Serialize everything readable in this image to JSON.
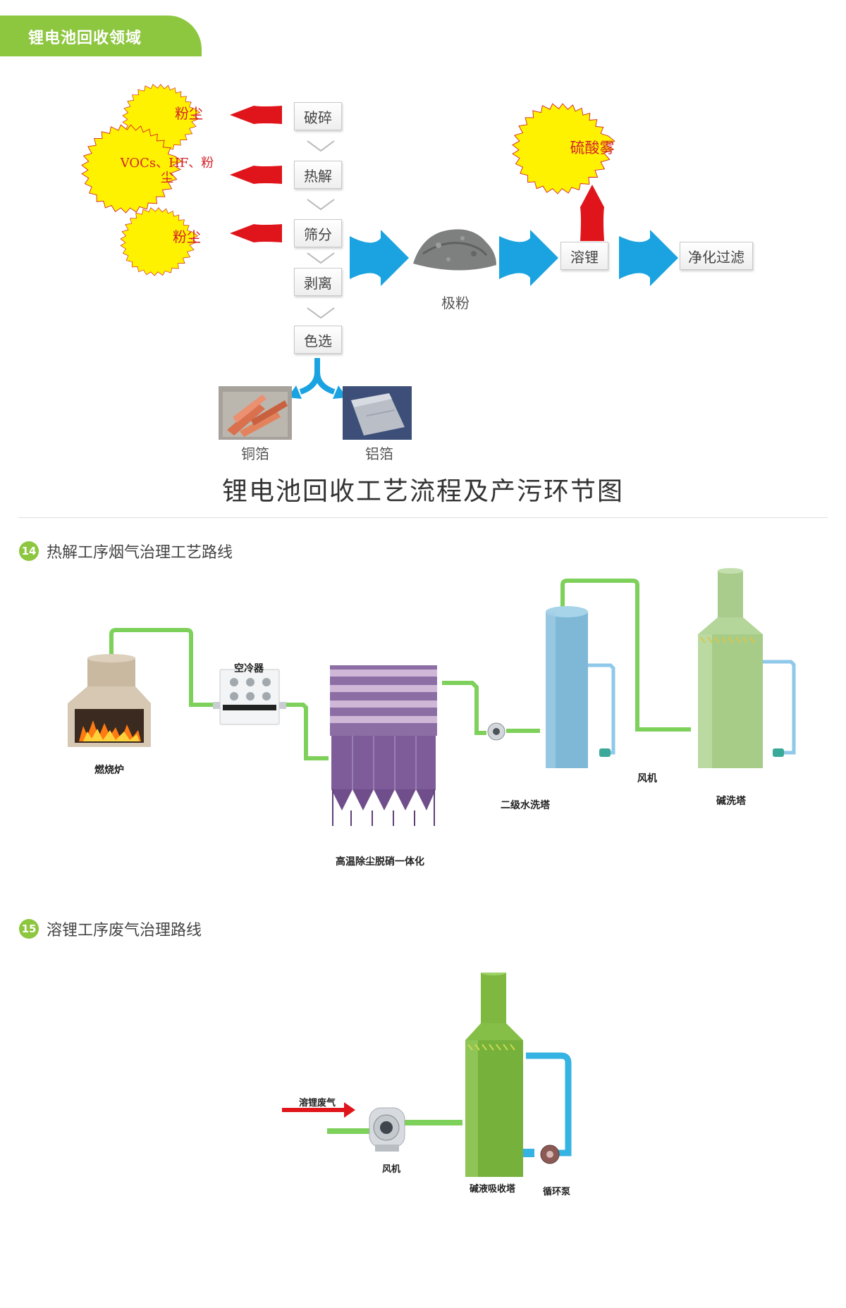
{
  "header": {
    "tab_label": "锂电池回收领域"
  },
  "flow": {
    "steps": [
      "破碎",
      "热解",
      "筛分",
      "剥离",
      "色选"
    ],
    "pollutants": [
      "粉尘",
      "VOCs、HF、粉尘",
      "粉尘"
    ],
    "electrode_powder_label": "极粉",
    "dissolve_label": "溶锂",
    "acid_mist_label": "硫酸雾",
    "purify_label": "净化过滤",
    "copper_label": "铜箔",
    "aluminum_label": "铝箔",
    "title": "锂电池回收工艺流程及产污环节图"
  },
  "section14": {
    "number": "14",
    "title": "热解工序烟气治理工艺路线",
    "labels": {
      "furnace": "燃烧炉",
      "air_cooler": "空冷器",
      "dust_denitration": "高温除尘脱硝一体化",
      "water_tower": "二级水洗塔",
      "fan": "风机",
      "alkali_tower": "碱洗塔"
    }
  },
  "section15": {
    "number": "15",
    "title": "溶锂工序废气治理路线",
    "labels": {
      "inlet_gas": "溶锂废气",
      "fan": "风机",
      "absorber": "碱液吸收塔",
      "pump": "循环泵"
    }
  },
  "colors": {
    "brand_green": "#8dc63f",
    "arrow_red": "#e0151b",
    "arrow_blue": "#1aa3e0",
    "burst_yellow": "#fff200",
    "pipe_green": "#7dd05a",
    "pipe_blue": "#8ec8ea"
  }
}
